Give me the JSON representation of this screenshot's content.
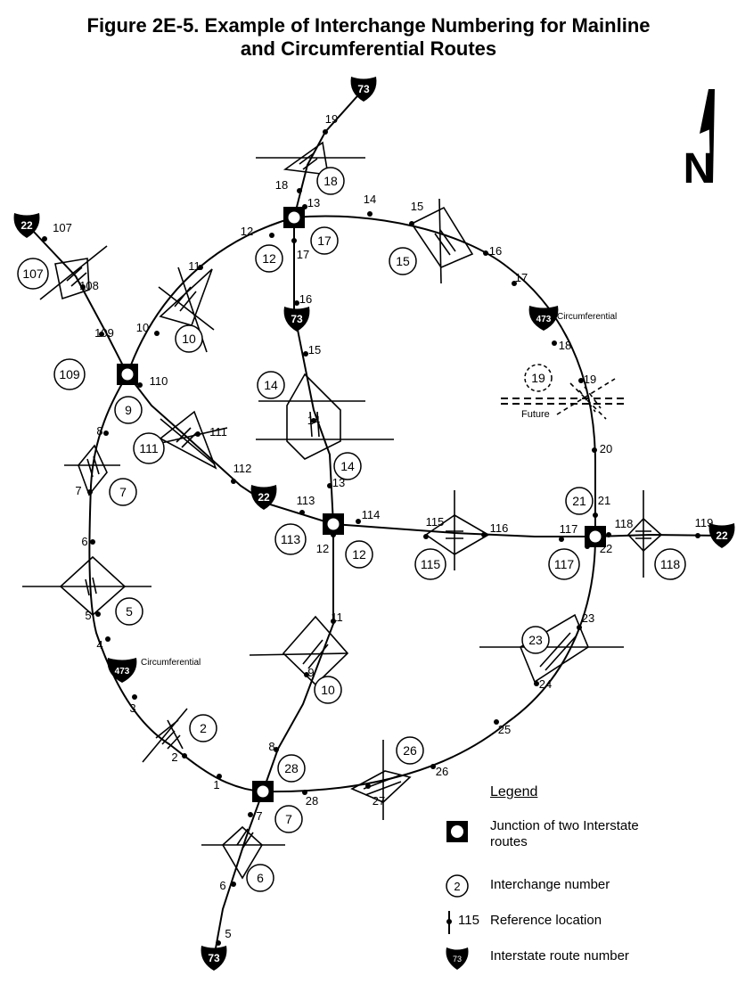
{
  "title": {
    "line1": "Figure 2E-5.  Example of Interchange Numbering for Mainline",
    "line2": "and Circumferential Routes"
  },
  "north_label": "N",
  "circumferential_label": "Circumferential",
  "future_label": "Future",
  "legend": {
    "title": "Legend",
    "junction": "Junction of two Interstate routes",
    "interchange": "Interchange number",
    "interchange_example": "2",
    "reference": "Reference location",
    "reference_example": "115",
    "route": "Interstate route number",
    "route_example": "73"
  },
  "shields": [
    {
      "num": "73",
      "at": "top"
    },
    {
      "num": "73",
      "at": "mid"
    },
    {
      "num": "73",
      "at": "bottom"
    },
    {
      "num": "22",
      "at": "west"
    },
    {
      "num": "22",
      "at": "center"
    },
    {
      "num": "22",
      "at": "east"
    },
    {
      "num": "473",
      "at": "northeast"
    },
    {
      "num": "473",
      "at": "southwest"
    }
  ],
  "interchange_numbers": [
    "18",
    "17",
    "12",
    "15",
    "107",
    "10",
    "109",
    "9",
    "14",
    "111",
    "7",
    "21",
    "113",
    "12",
    "115",
    "117",
    "118",
    "14",
    "5",
    "23",
    "10",
    "2",
    "26",
    "28",
    "7",
    "6",
    "19"
  ],
  "reference_locations": [
    "19",
    "18",
    "13",
    "14",
    "15",
    "16",
    "17",
    "12",
    "17",
    "16",
    "107",
    "108",
    "11",
    "10",
    "109",
    "110",
    "15",
    "18",
    "19",
    "20",
    "14",
    "111",
    "13",
    "112",
    "113",
    "114",
    "115",
    "116",
    "117",
    "118",
    "119",
    "21",
    "22",
    "8",
    "7",
    "6",
    "5",
    "4",
    "12",
    "11",
    "23",
    "24",
    "3",
    "2",
    "9",
    "8",
    "25",
    "26",
    "27",
    "28",
    "1",
    "7",
    "6",
    "5"
  ]
}
